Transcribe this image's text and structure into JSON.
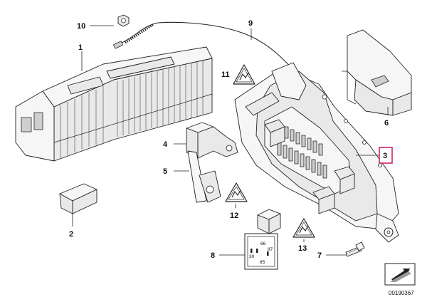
{
  "callouts": [
    {
      "id": "1",
      "label": "1"
    },
    {
      "id": "2",
      "label": "2"
    },
    {
      "id": "3",
      "label": "3"
    },
    {
      "id": "4",
      "label": "4"
    },
    {
      "id": "5",
      "label": "5"
    },
    {
      "id": "6",
      "label": "6"
    },
    {
      "id": "7",
      "label": "7"
    },
    {
      "id": "8",
      "label": "8"
    },
    {
      "id": "9",
      "label": "9"
    },
    {
      "id": "10",
      "label": "10"
    },
    {
      "id": "11",
      "label": "11"
    },
    {
      "id": "12",
      "label": "12"
    },
    {
      "id": "13",
      "label": "13"
    }
  ],
  "highlight": {
    "callout": "3",
    "color": "#d0246e"
  },
  "relay_pins": {
    "p66": "66",
    "p30": "30",
    "p87": "87",
    "p85": "85"
  },
  "diagram_number": "00190367",
  "colors": {
    "line": "#222222",
    "part_fill": "#e9e9e9",
    "warning_fill": "#ffffff"
  }
}
